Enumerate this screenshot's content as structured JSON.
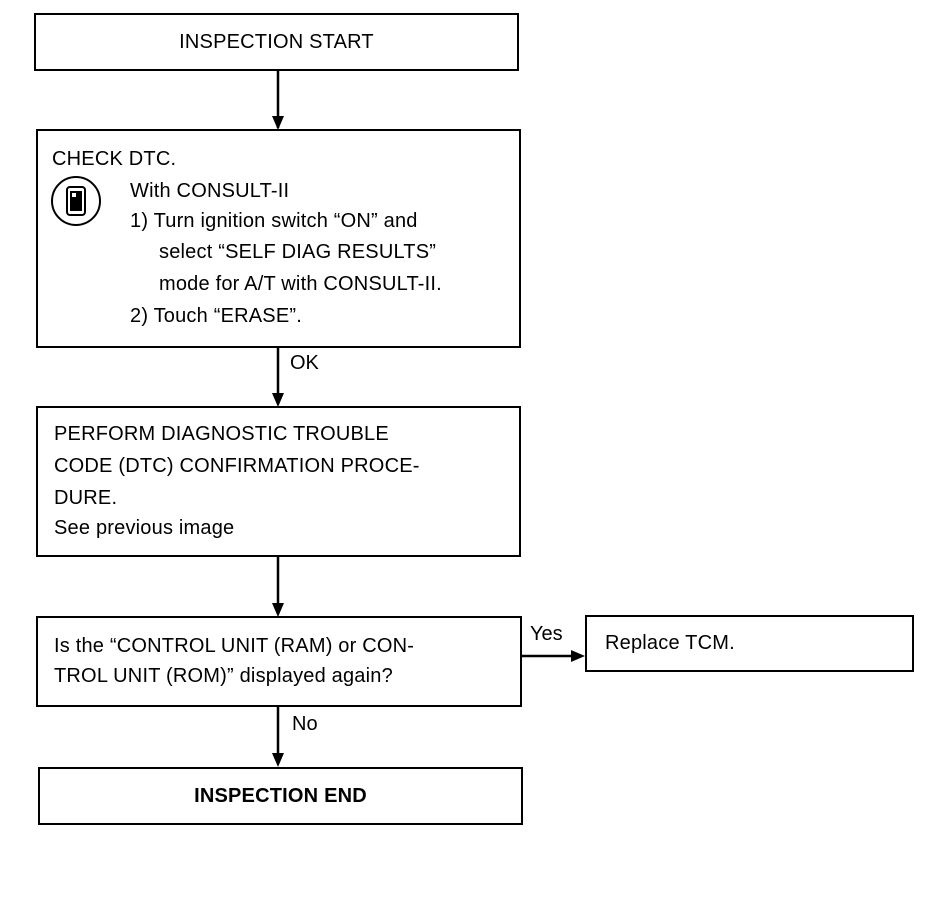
{
  "nodes": {
    "start": {
      "text": "INSPECTION START"
    },
    "check_dtc": {
      "title": "CHECK DTC.",
      "with_label": "With CONSULT-II",
      "step1_line1": "1) Turn ignition switch “ON” and",
      "step1_line2": "select “SELF DIAG RESULTS”",
      "step1_line3": "mode for A/T with CONSULT-II.",
      "step2": "2) Touch “ERASE”.",
      "icon": "consult-ii-icon"
    },
    "perform": {
      "line1": "PERFORM DIAGNOSTIC TROUBLE",
      "line2": "CODE (DTC) CONFIRMATION PROCE-",
      "line3": "DURE.",
      "line4": "See previous image"
    },
    "question": {
      "line1": "Is the “CONTROL UNIT (RAM) or CON-",
      "line2": "TROL UNIT (ROM)” displayed again?"
    },
    "replace": {
      "text": "Replace TCM."
    },
    "end": {
      "text": "INSPECTION END"
    }
  },
  "edges": {
    "ok": "OK",
    "yes": "Yes",
    "no": "No"
  }
}
